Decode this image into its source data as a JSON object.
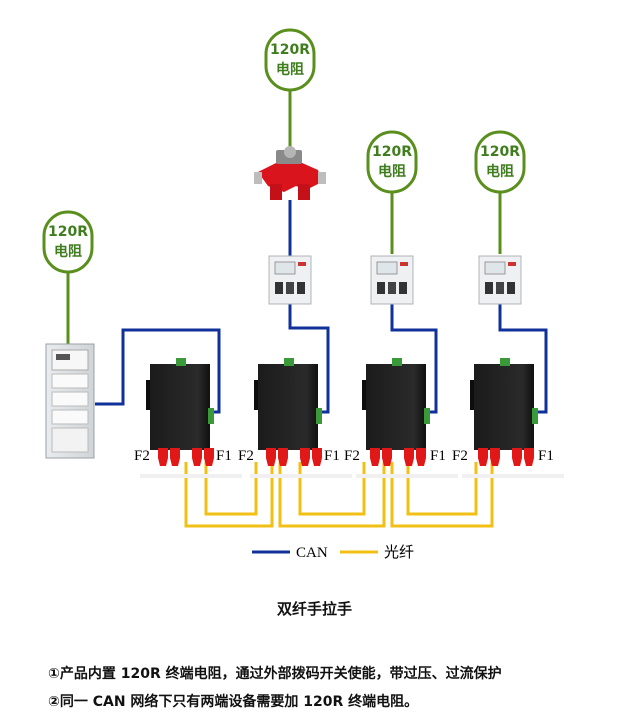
{
  "resistors": [
    {
      "value": "120R",
      "label": "电阻"
    },
    {
      "value": "120R",
      "label": "电阻"
    },
    {
      "value": "120R",
      "label": "电阻"
    },
    {
      "value": "120R",
      "label": "电阻"
    }
  ],
  "ports": {
    "f1": "F1",
    "f2": "F2"
  },
  "legend": {
    "can": "CAN",
    "fiber": "光纤"
  },
  "colors": {
    "can": "#10309a",
    "fiber": "#f2c014",
    "resistor": "#5a8f1e",
    "connector": "#e01818"
  },
  "caption": "双纤手拉手",
  "notes": [
    "①产品内置 120R 终端电阻，通过外部拨码开关使能，带过压、过流保护",
    "②同一 CAN 网络下只有两端设备需要加 120R 终端电阻。"
  ]
}
